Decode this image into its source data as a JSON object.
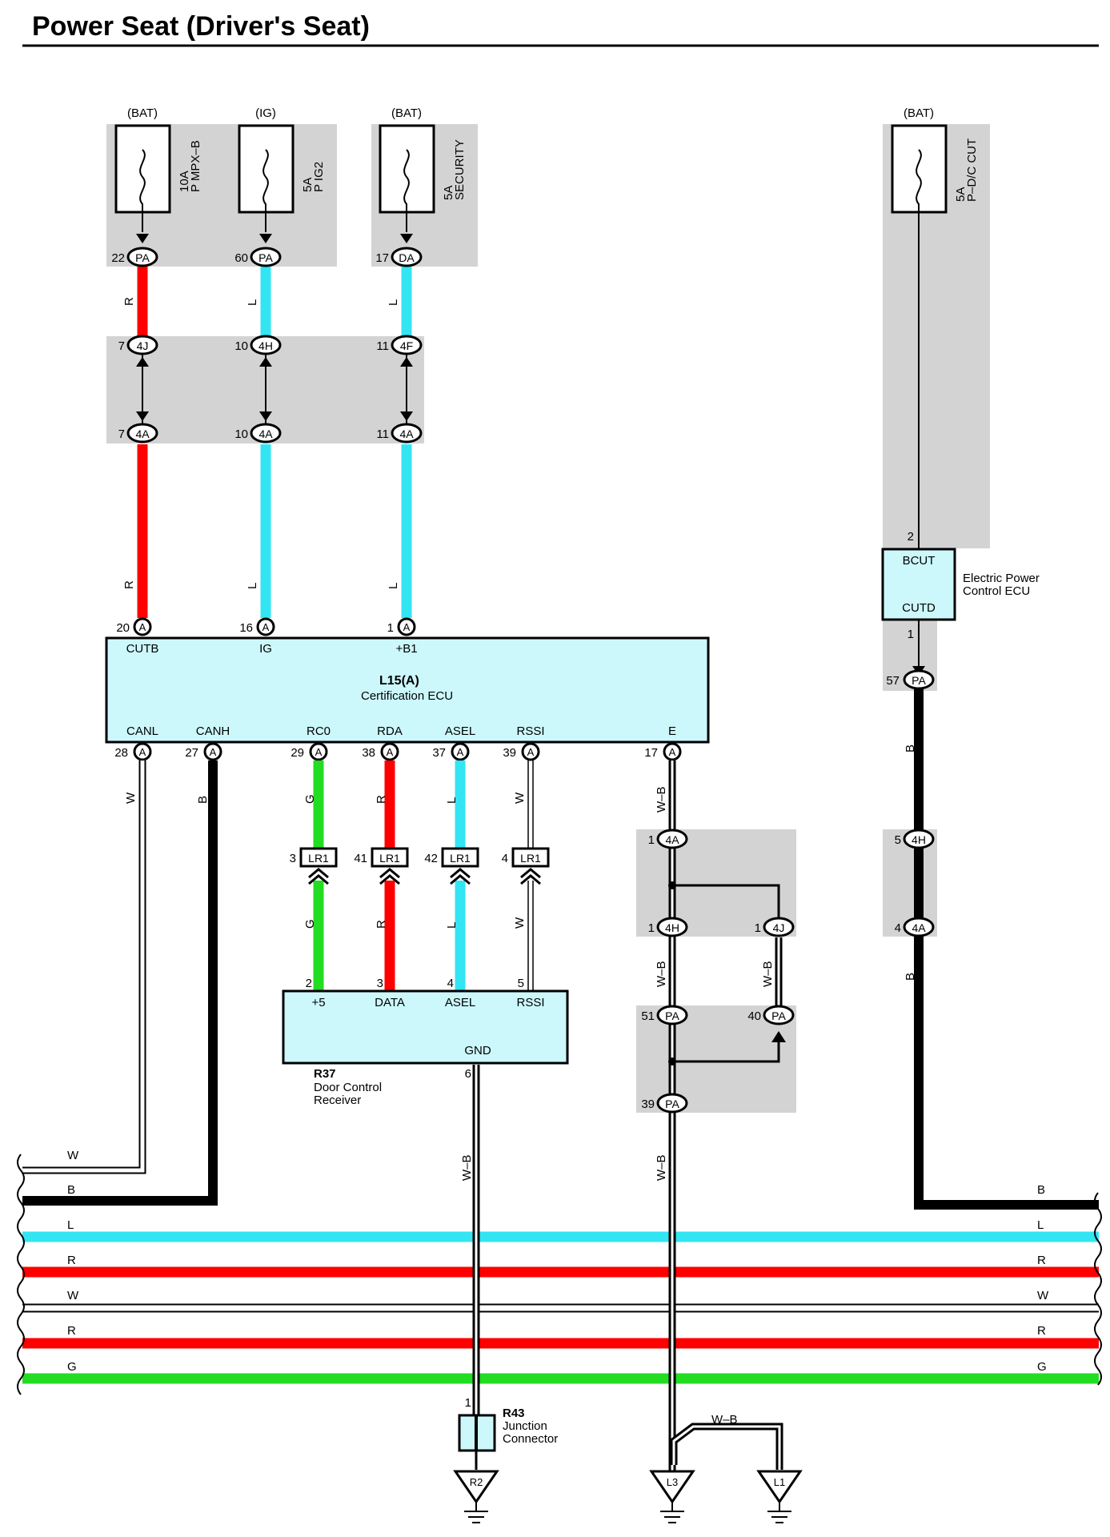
{
  "title": "Power Seat (Driver's Seat)",
  "colors": {
    "red": "#ff0000",
    "cyan": "#33e5f2",
    "green": "#22dd22",
    "black": "#000000",
    "white": "#ffffff",
    "shade": "#d3d3d3",
    "component_fill": "#ccf8fc"
  },
  "fuses": [
    {
      "source": "(BAT)",
      "rating": "10A",
      "name": "P MPX–B",
      "connector": "PA",
      "pin": "22"
    },
    {
      "source": "(IG)",
      "rating": "5A",
      "name": "P IG2",
      "connector": "PA",
      "pin": "60"
    },
    {
      "source": "(BAT)",
      "rating": "5A",
      "name": "SECURITY",
      "connector": "DA",
      "pin": "17"
    },
    {
      "source": "(BAT)",
      "rating": "5A",
      "name": "P–D/C CUT",
      "connector": "",
      "pin": ""
    }
  ],
  "inline_connectors": {
    "top_row": [
      {
        "pin": "7",
        "conn": "4J"
      },
      {
        "pin": "10",
        "conn": "4H"
      },
      {
        "pin": "11",
        "conn": "4F"
      }
    ],
    "bottom_row": [
      {
        "pin": "7",
        "conn": "4A"
      },
      {
        "pin": "10",
        "conn": "4A"
      },
      {
        "pin": "11",
        "conn": "4A"
      }
    ]
  },
  "wire_labels": {
    "r": "R",
    "l": "L",
    "w": "W",
    "b": "B",
    "g": "G",
    "wb": "W–B"
  },
  "cert_ecu": {
    "ref": "L15(A)",
    "name": "Certification ECU",
    "top_pins": [
      {
        "pin": "20",
        "conn": "A",
        "label": "CUTB"
      },
      {
        "pin": "16",
        "conn": "A",
        "label": "IG"
      },
      {
        "pin": "1",
        "conn": "A",
        "label": "+B1"
      }
    ],
    "bottom_pins": [
      {
        "pin": "28",
        "conn": "A",
        "label": "CANL"
      },
      {
        "pin": "27",
        "conn": "A",
        "label": "CANH"
      },
      {
        "pin": "29",
        "conn": "A",
        "label": "RC0"
      },
      {
        "pin": "38",
        "conn": "A",
        "label": "RDA"
      },
      {
        "pin": "37",
        "conn": "A",
        "label": "ASEL"
      },
      {
        "pin": "39",
        "conn": "A",
        "label": "RSSI"
      },
      {
        "pin": "17",
        "conn": "A",
        "label": "E"
      }
    ]
  },
  "lr1_connectors": [
    {
      "pin": "3",
      "conn": "LR1"
    },
    {
      "pin": "41",
      "conn": "LR1"
    },
    {
      "pin": "42",
      "conn": "LR1"
    },
    {
      "pin": "4",
      "conn": "LR1"
    }
  ],
  "door_receiver": {
    "ref": "R37",
    "name_line1": "Door Control",
    "name_line2": "Receiver",
    "pins": [
      {
        "pin": "2",
        "label": "+5"
      },
      {
        "pin": "3",
        "label": "DATA"
      },
      {
        "pin": "4",
        "label": "ASEL"
      },
      {
        "pin": "5",
        "label": "RSSI"
      }
    ],
    "gnd_pin": "6",
    "gnd_label": "GND"
  },
  "power_ecu": {
    "name_line1": "Electric Power",
    "name_line2": "Control ECU",
    "top_pin": "2",
    "top_label": "BCUT",
    "bottom_pin": "1",
    "bottom_label": "CUTD"
  },
  "ground_path": {
    "c1": {
      "pin": "1",
      "conn": "4A"
    },
    "c2": {
      "pin": "1",
      "conn": "4H"
    },
    "c3": {
      "pin": "1",
      "conn": "4J"
    },
    "c4": {
      "pin": "51",
      "conn": "PA"
    },
    "c5": {
      "pin": "40",
      "conn": "PA"
    },
    "c6": {
      "pin": "39",
      "conn": "PA"
    }
  },
  "b_path": {
    "c1": {
      "pin": "57",
      "conn": "PA"
    },
    "c2": {
      "pin": "5",
      "conn": "4H"
    },
    "c3": {
      "pin": "4",
      "conn": "4A"
    }
  },
  "junction": {
    "ref": "R43",
    "name_line1": "Junction",
    "name_line2": "Connector",
    "pin": "1"
  },
  "grounds": [
    "R2",
    "L3",
    "L1"
  ],
  "bus_labels": [
    "W",
    "B",
    "L",
    "R",
    "W",
    "R",
    "G"
  ]
}
